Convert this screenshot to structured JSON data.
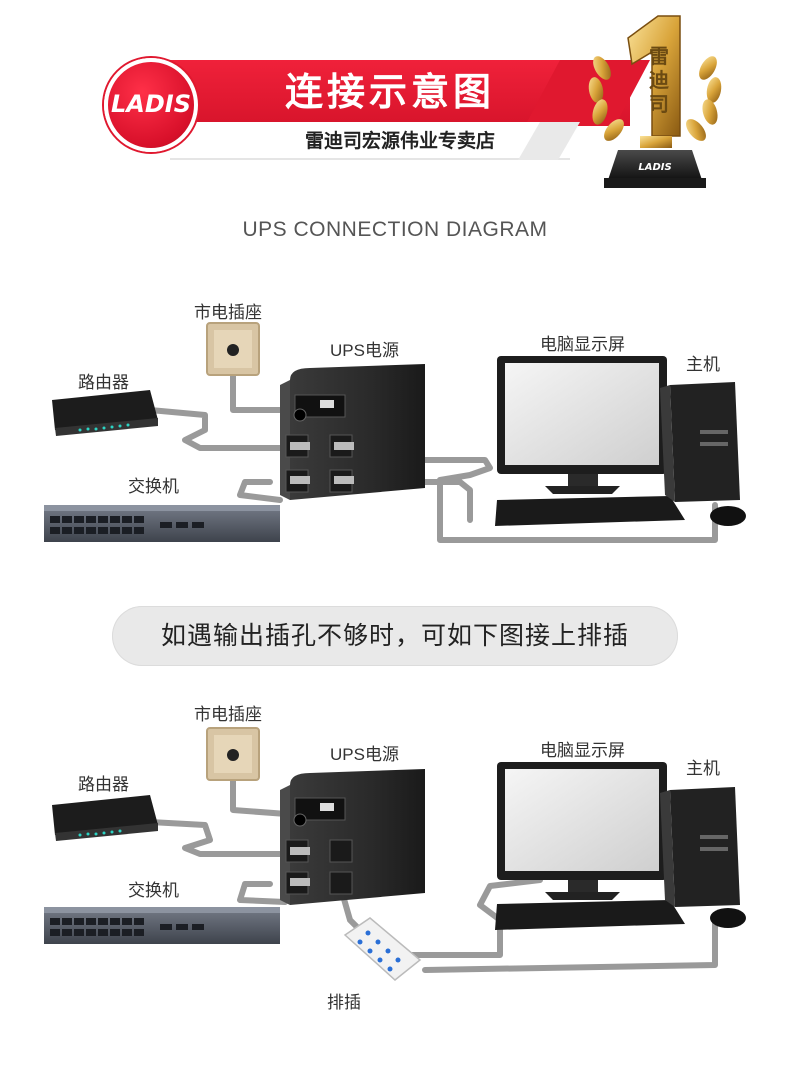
{
  "header": {
    "logo_text": "LADIS",
    "title": "连接示意图",
    "subtitle": "雷迪司宏源伟业专卖店",
    "trophy_number": "1",
    "trophy_chars": [
      "雷",
      "迪",
      "司"
    ],
    "trophy_logo": "LADIS"
  },
  "english_title": "UPS CONNECTION DIAGRAM",
  "diagram1": {
    "labels": {
      "outlet": "市电插座",
      "ups": "UPS电源",
      "monitor": "电脑显示屏",
      "host": "主机",
      "router": "路由器",
      "switch": "交换机"
    }
  },
  "middle_note": "如遇输出插孔不够时，可如下图接上排插",
  "diagram2": {
    "labels": {
      "outlet": "市电插座",
      "ups": "UPS电源",
      "monitor": "电脑显示屏",
      "host": "主机",
      "router": "路由器",
      "switch": "交换机",
      "power_strip": "排插"
    }
  },
  "colors": {
    "brand_red": "#e0182f",
    "gold": "#d9a43a",
    "cable": "#9a9a9a",
    "device_dark": "#2b2b2b"
  }
}
